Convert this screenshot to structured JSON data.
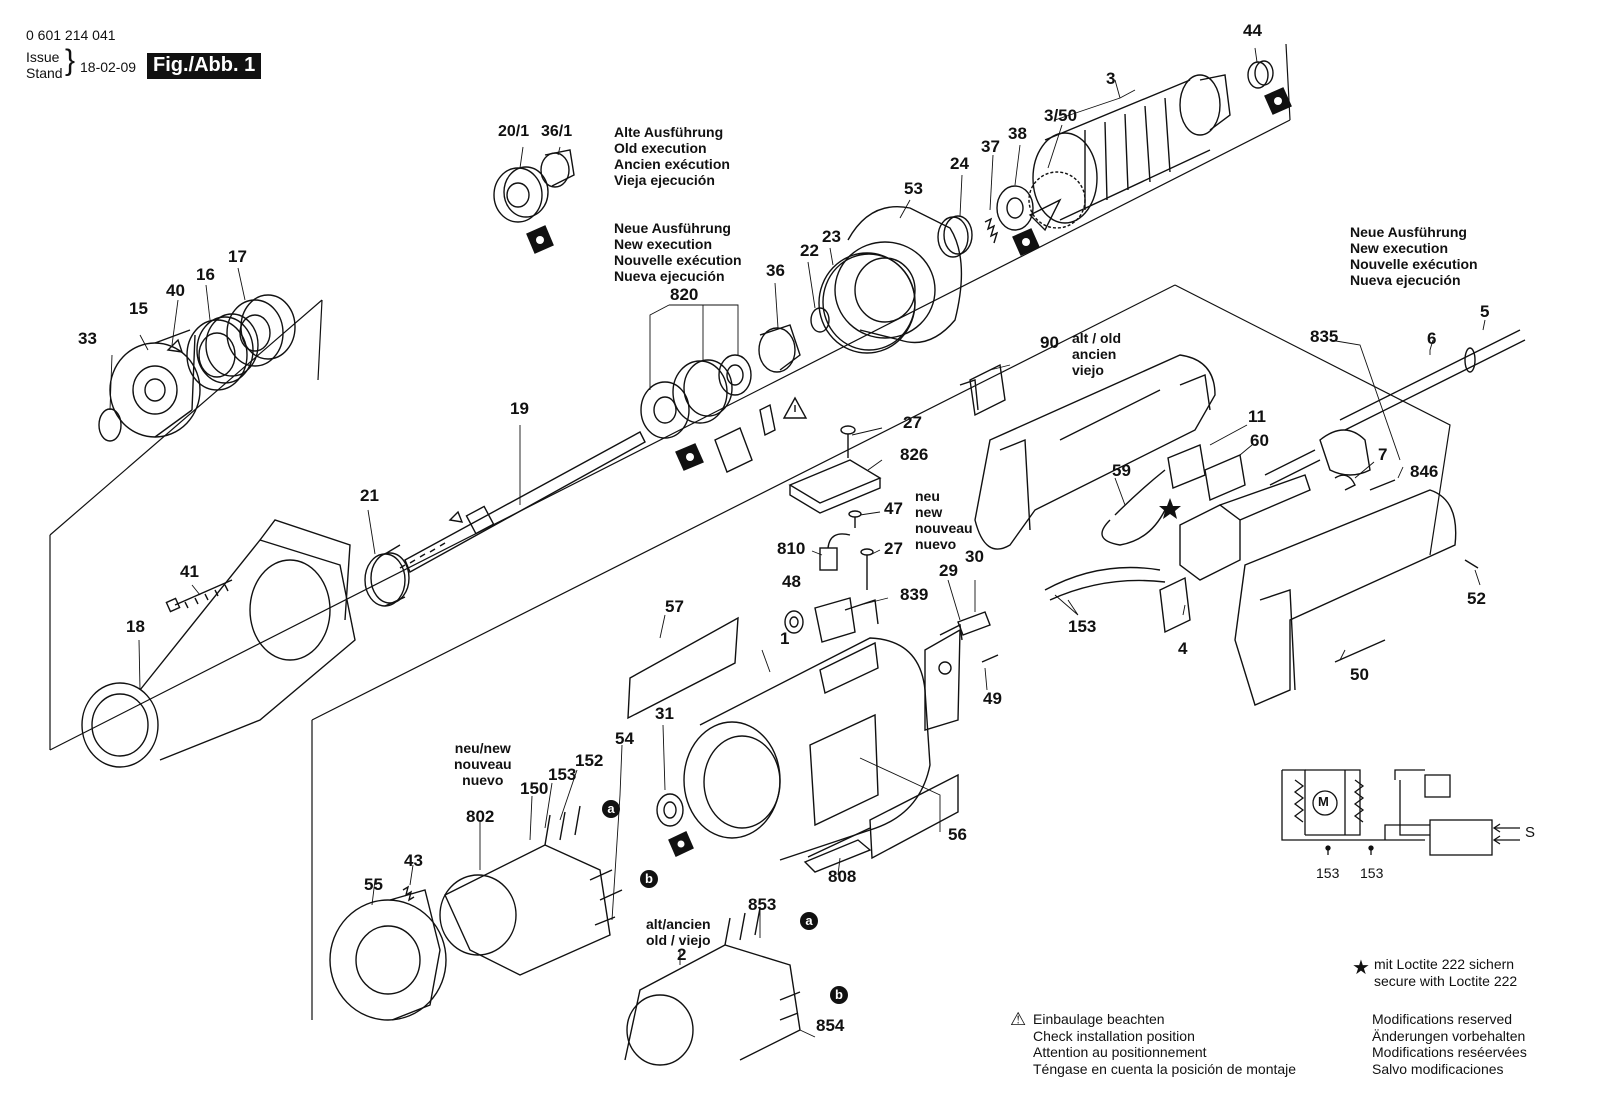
{
  "header": {
    "part_number": "0 601 214 041",
    "issue_label": "Issue",
    "stand_label": "Stand",
    "date": "18-02-09",
    "figure": "Fig./Abb. 1"
  },
  "execution_notes": {
    "old": [
      "Alte Ausführung",
      "Old execution",
      "Ancien exécution",
      "Vieja ejecución"
    ],
    "new_center": [
      "Neue Ausführung",
      "New execution",
      "Nouvelle exécution",
      "Nueva ejecución"
    ],
    "new_right": [
      "Neue Ausführung",
      "New execution",
      "Nouvelle exécution",
      "Nueva ejecución"
    ],
    "alt_old": [
      "alt / old",
      "ancien",
      "viejo"
    ],
    "neu_new": [
      "neu",
      "new",
      "nouveau",
      "nuevo"
    ],
    "neu_new_802": [
      "neu/new",
      "nouveau",
      "nuevo"
    ],
    "alt_ancien_2": [
      "alt/ancien",
      "old / viejo"
    ]
  },
  "loctite_note": [
    "mit Loctite 222 sichern",
    "secure with Loctite 222"
  ],
  "installation_note": [
    "Einbaulage beachten",
    "Check installation position",
    "Attention au positionnement",
    "Téngase en cuenta la posición de montaje"
  ],
  "modifications_note": [
    "Modifications reserved",
    "Änderungen vorbehalten",
    "Modifications reséervées",
    "Salvo modificaciones"
  ],
  "part_labels": [
    {
      "id": "p44",
      "text": "44"
    },
    {
      "id": "p3",
      "text": "3"
    },
    {
      "id": "p350",
      "text": "3/50"
    },
    {
      "id": "p38",
      "text": "38"
    },
    {
      "id": "p37",
      "text": "37"
    },
    {
      "id": "p24",
      "text": "24"
    },
    {
      "id": "p53",
      "text": "53"
    },
    {
      "id": "p23",
      "text": "23"
    },
    {
      "id": "p22",
      "text": "22"
    },
    {
      "id": "p36",
      "text": "36"
    },
    {
      "id": "p820",
      "text": "820"
    },
    {
      "id": "p201",
      "text": "20/1"
    },
    {
      "id": "p361",
      "text": "36/1"
    },
    {
      "id": "p17",
      "text": "17"
    },
    {
      "id": "p16",
      "text": "16"
    },
    {
      "id": "p40",
      "text": "40"
    },
    {
      "id": "p15",
      "text": "15"
    },
    {
      "id": "p33",
      "text": "33"
    },
    {
      "id": "p19",
      "text": "19"
    },
    {
      "id": "p21",
      "text": "21"
    },
    {
      "id": "p41",
      "text": "41"
    },
    {
      "id": "p18",
      "text": "18"
    },
    {
      "id": "p90",
      "text": "90"
    },
    {
      "id": "p27a",
      "text": "27"
    },
    {
      "id": "p826",
      "text": "826"
    },
    {
      "id": "p47",
      "text": "47"
    },
    {
      "id": "p810",
      "text": "810"
    },
    {
      "id": "p27b",
      "text": "27"
    },
    {
      "id": "p48",
      "text": "48"
    },
    {
      "id": "p839",
      "text": "839"
    },
    {
      "id": "p29",
      "text": "29"
    },
    {
      "id": "p30",
      "text": "30"
    },
    {
      "id": "p57",
      "text": "57"
    },
    {
      "id": "p1",
      "text": "1"
    },
    {
      "id": "p49",
      "text": "49"
    },
    {
      "id": "p31",
      "text": "31"
    },
    {
      "id": "p54",
      "text": "54"
    },
    {
      "id": "p56",
      "text": "56"
    },
    {
      "id": "p808",
      "text": "808"
    },
    {
      "id": "p152",
      "text": "152"
    },
    {
      "id": "p153a",
      "text": "153"
    },
    {
      "id": "p150",
      "text": "150"
    },
    {
      "id": "p802",
      "text": "802"
    },
    {
      "id": "p43",
      "text": "43"
    },
    {
      "id": "p55",
      "text": "55"
    },
    {
      "id": "p853",
      "text": "853"
    },
    {
      "id": "p2",
      "text": "2"
    },
    {
      "id": "p854",
      "text": "854"
    },
    {
      "id": "p835",
      "text": "835"
    },
    {
      "id": "p5",
      "text": "5"
    },
    {
      "id": "p6",
      "text": "6"
    },
    {
      "id": "p11",
      "text": "11"
    },
    {
      "id": "p60",
      "text": "60"
    },
    {
      "id": "p59",
      "text": "59"
    },
    {
      "id": "p7",
      "text": "7"
    },
    {
      "id": "p846",
      "text": "846"
    },
    {
      "id": "p52",
      "text": "52"
    },
    {
      "id": "p153b",
      "text": "153"
    },
    {
      "id": "p4",
      "text": "4"
    },
    {
      "id": "p50",
      "text": "50"
    }
  ],
  "circle_markers": [
    {
      "id": "ma1",
      "text": "a"
    },
    {
      "id": "mb1",
      "text": "b"
    },
    {
      "id": "ma2",
      "text": "a"
    },
    {
      "id": "mb2",
      "text": "b"
    }
  ],
  "schematic": {
    "motor_symbol": "M",
    "labels": [
      "153",
      "153"
    ],
    "signal_symbol": "S"
  },
  "symbols": {
    "star": "★",
    "warning": "⚠"
  }
}
